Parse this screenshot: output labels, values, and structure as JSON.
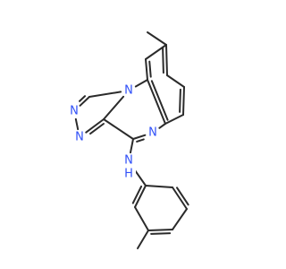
{
  "molecule": {
    "atoms": [
      {
        "id": "N1",
        "symbol": "N",
        "color": "#3050F8"
      },
      {
        "id": "N_triazole_a",
        "symbol": "N",
        "color": "#3050F8"
      },
      {
        "id": "N_triazole_b",
        "symbol": "N",
        "color": "#3050F8"
      },
      {
        "id": "N_pyrazine",
        "symbol": "N",
        "color": "#3050F8"
      },
      {
        "id": "N_amine",
        "symbol": "N",
        "color": "#3050F8"
      },
      {
        "id": "H_amine",
        "symbol": "H",
        "color": "#3050F8"
      }
    ],
    "bond_color": "#2b2b2b"
  }
}
